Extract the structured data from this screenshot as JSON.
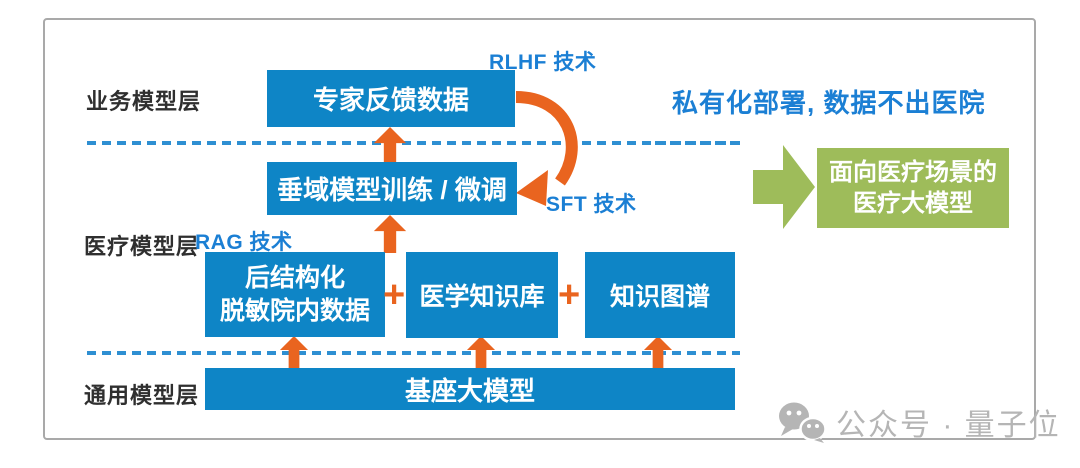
{
  "figure": {
    "layers": {
      "business": "业务模型层",
      "medical": "医疗模型层",
      "general": "通用模型层"
    },
    "boxes": {
      "expert_feedback": "专家反馈数据",
      "vertical_training": "垂域模型训练 / 微调",
      "hospital_data": {
        "line1": "后结构化",
        "line2": "脱敏院内数据"
      },
      "medical_kb": "医学知识库",
      "knowledge_graph": "知识图谱",
      "base_model": "基座大模型"
    },
    "tech_labels": {
      "rlhf": "RLHF 技术",
      "sft": "SFT 技术",
      "rag": "RAG 技术"
    },
    "annotation": "私有化部署, 数据不出医院",
    "output_box": {
      "line1": "面向医疗场景的",
      "line2": "医疗大模型"
    },
    "plus": "+",
    "watermark": "公众号 · 量子位",
    "colors": {
      "box_blue": "#0e85c6",
      "label_blue": "#1b7fd4",
      "dash_blue": "#2e8fd2",
      "arrow_orange": "#e9641f",
      "green": "#9ebc5a",
      "border_gray": "#a9a9a9",
      "watermark_gray": "#b5b5b5",
      "text_dark": "#2f2f2f"
    }
  }
}
